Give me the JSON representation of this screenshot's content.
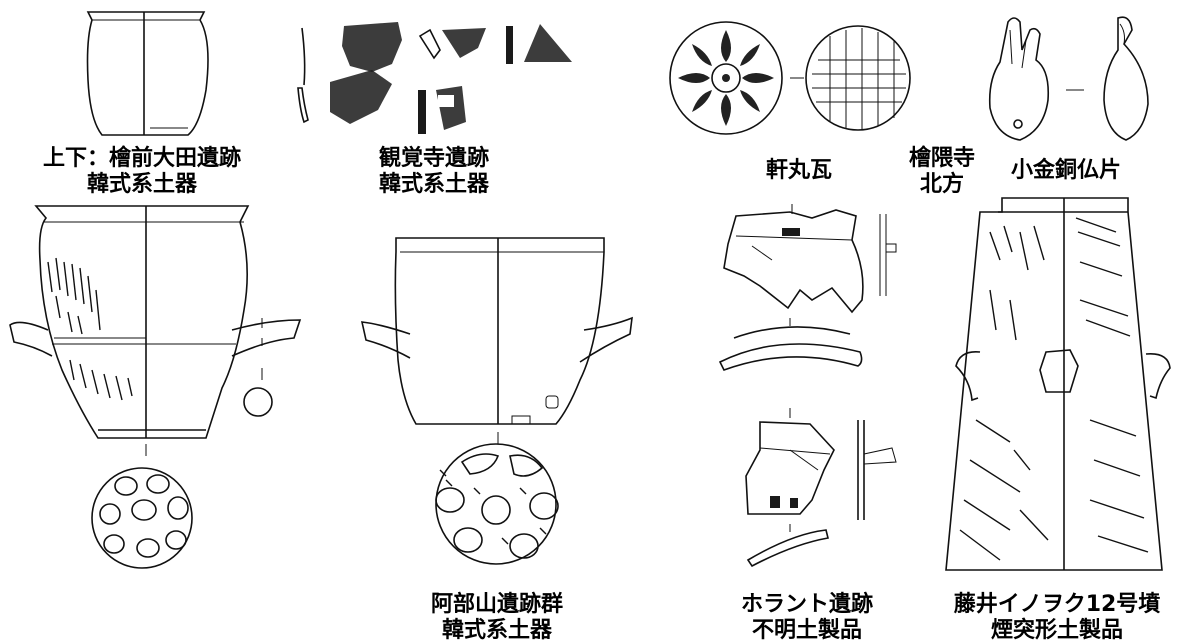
{
  "captions": {
    "hinokuma_ota": {
      "line1": "上下：檜前大田遺跡",
      "line2": "韓式系土器"
    },
    "kankakuji": {
      "line1": "観覚寺遺跡",
      "line2": "韓式系土器"
    },
    "abeyama": {
      "line1": "阿部山遺跡群",
      "line2": "韓式系土器"
    },
    "noki_marugawara": {
      "line1": "軒丸瓦"
    },
    "hinokumadera": {
      "line1": "檜隈寺",
      "line2": "北方"
    },
    "bronze_buddha": {
      "line1": "小金銅仏片"
    },
    "horanto": {
      "line1": "ホラント遺跡",
      "line2": "不明土製品"
    },
    "fujii": {
      "line1": "藤井イノヲク12号墳",
      "line2": "煙突形土製品"
    }
  }
}
